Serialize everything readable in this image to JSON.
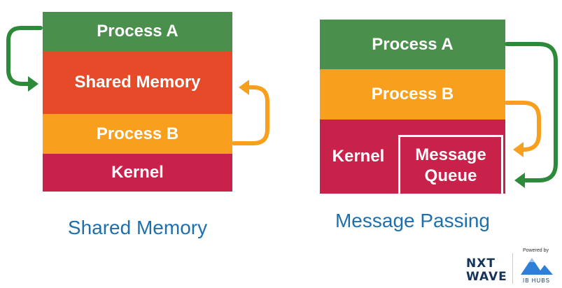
{
  "colors": {
    "green": "#4a8f4c",
    "red_orange": "#e64a28",
    "orange": "#f99f1e",
    "crimson": "#c8224b",
    "caption_blue": "#1d6fae",
    "arrow_green": "#2d8a3a",
    "arrow_orange": "#f99f1e"
  },
  "shared_memory": {
    "process_a": "Process A",
    "shared_memory": "Shared Memory",
    "process_b": "Process B",
    "kernel": "Kernel",
    "caption": "Shared Memory"
  },
  "message_passing": {
    "process_a": "Process A",
    "process_b": "Process B",
    "kernel": "Kernel",
    "message_queue_line1": "Message",
    "message_queue_line2": "Queue",
    "caption": "Message Passing"
  },
  "branding": {
    "logo_line1": "NXT",
    "logo_line2": "WAVE",
    "powered_by": "Powered by",
    "partner": "IB HUBS"
  }
}
